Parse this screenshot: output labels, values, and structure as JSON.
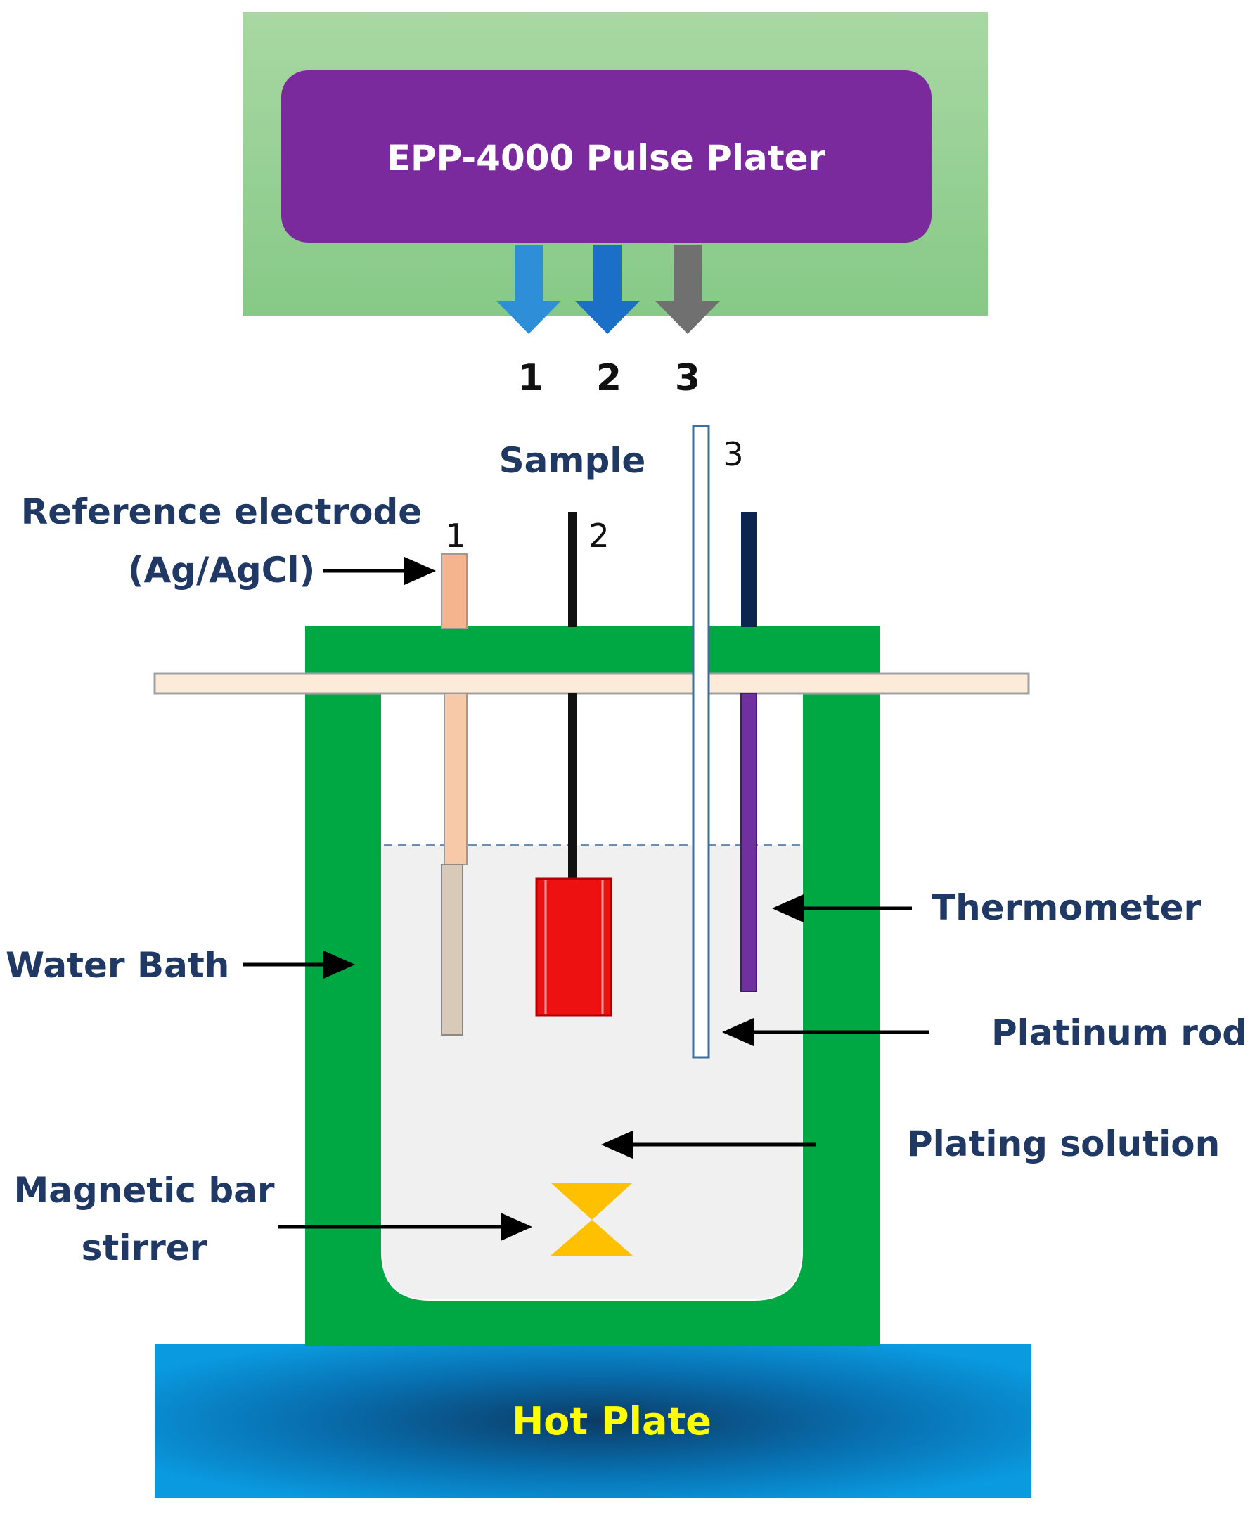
{
  "pulse_plater": {
    "title": "EPP-4000 Pulse Plater"
  },
  "connections": [
    {
      "label": "1",
      "color": "#2e8fd8"
    },
    {
      "label": "2",
      "color": "#1b6fc6"
    },
    {
      "label": "3",
      "color": "#707070"
    }
  ],
  "electrode_numbers": {
    "ref": "1",
    "sample": "2",
    "platinum": "3"
  },
  "labels": {
    "sample": "Sample",
    "reference_line1": "Reference electrode",
    "reference_line2": "(Ag/AgCl)",
    "thermometer": "Thermometer",
    "water_bath": "Water Bath",
    "platinum_rod": "Platinum rod",
    "plating_solution": "Plating solution",
    "stirrer_line1": "Magnetic bar",
    "stirrer_line2": "stirrer",
    "hot_plate": "Hot Plate"
  },
  "colors": {
    "outer_panel": "#94cf94",
    "plater_box": "#7b2a9e",
    "water_bath": "#00a844",
    "solution": "#f0f0f0",
    "lid": "#fbebd8",
    "ref_electrode": "#f5b48d",
    "sample_block": "#ee1111",
    "thermometer": "#7030a0",
    "stirrer": "#ffc000",
    "hot_plate": "#0a7fc0",
    "hot_plate_text": "#ffff00",
    "label_text": "#1f3864"
  }
}
